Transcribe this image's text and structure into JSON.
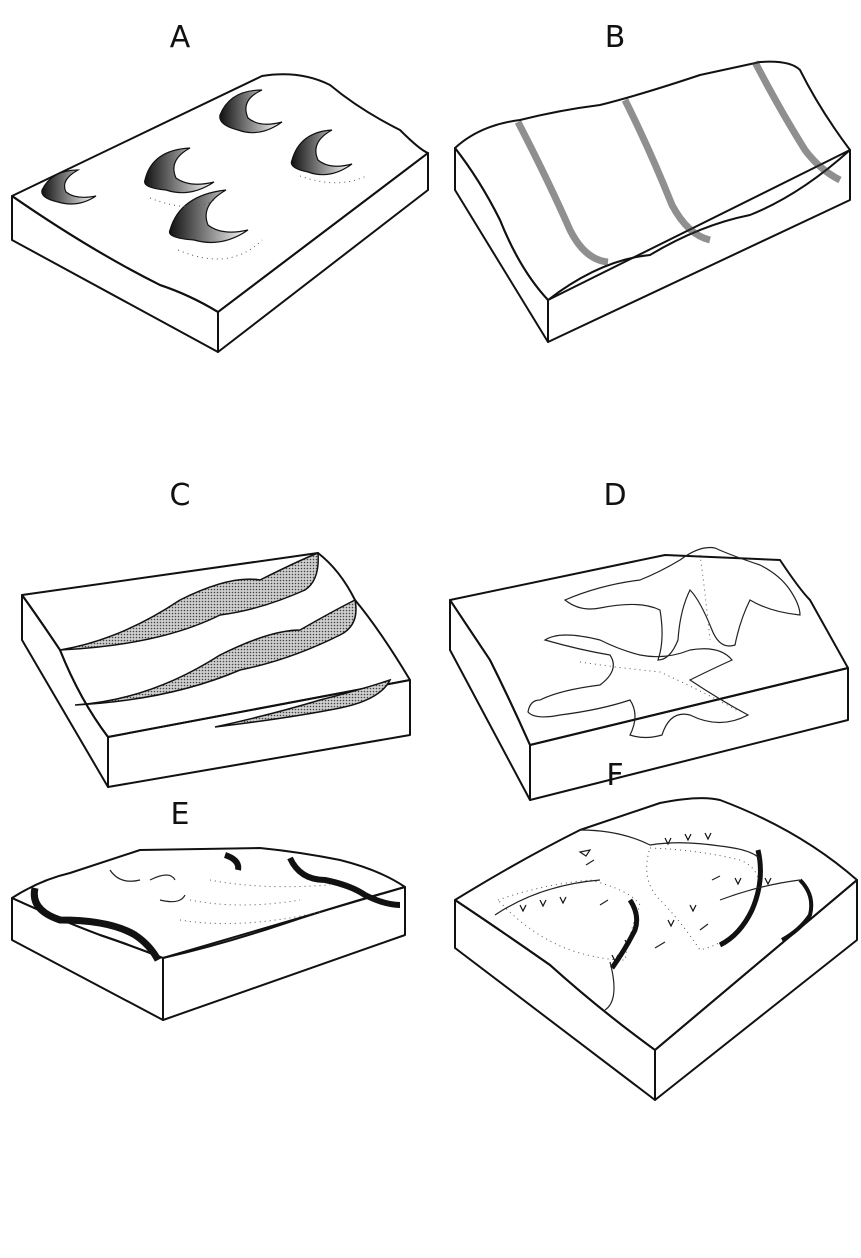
{
  "panels": [
    {
      "id": "A",
      "label": "A",
      "dune_type": "barchan dunes"
    },
    {
      "id": "B",
      "label": "B",
      "dune_type": "transverse ridges"
    },
    {
      "id": "C",
      "label": "C",
      "dune_type": "linear ridges"
    },
    {
      "id": "D",
      "label": "D",
      "dune_type": "star dunes"
    },
    {
      "id": "E",
      "label": "E",
      "dune_type": "blowout / crest dune"
    },
    {
      "id": "F",
      "label": "F",
      "dune_type": "parabolic dunes"
    }
  ],
  "colors": {
    "ink": "#111111",
    "side_fill": "#d9d9d9",
    "top_fill": "#f7f7f7"
  }
}
